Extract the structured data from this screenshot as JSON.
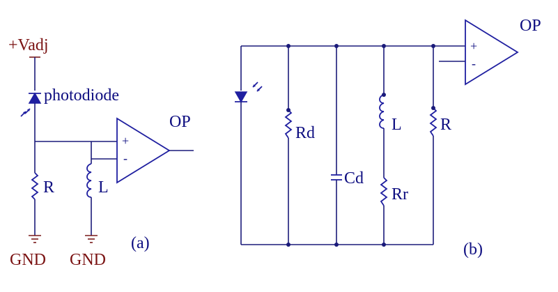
{
  "colors": {
    "wire": "#1a1a7a",
    "component": "#1f1fa0",
    "label": "#0d0d80",
    "supply_label": "#7a1212"
  },
  "panel_a": {
    "supply_label": "+Vadj",
    "photodiode_label": "photodiode",
    "op_label": "OP",
    "op_plus": "+",
    "op_minus": "-",
    "resistor_label": "R",
    "inductor_label": "L",
    "gnd_left_label": "GND",
    "gnd_right_label": "GND",
    "panel_label": "(a)"
  },
  "panel_b": {
    "op_label": "OP",
    "op_plus": "+",
    "op_minus": "-",
    "rd_label": "Rd",
    "cd_label": "Cd",
    "l_label": "L",
    "rr_label": "Rr",
    "r_label": "R",
    "panel_label": "(b)"
  }
}
